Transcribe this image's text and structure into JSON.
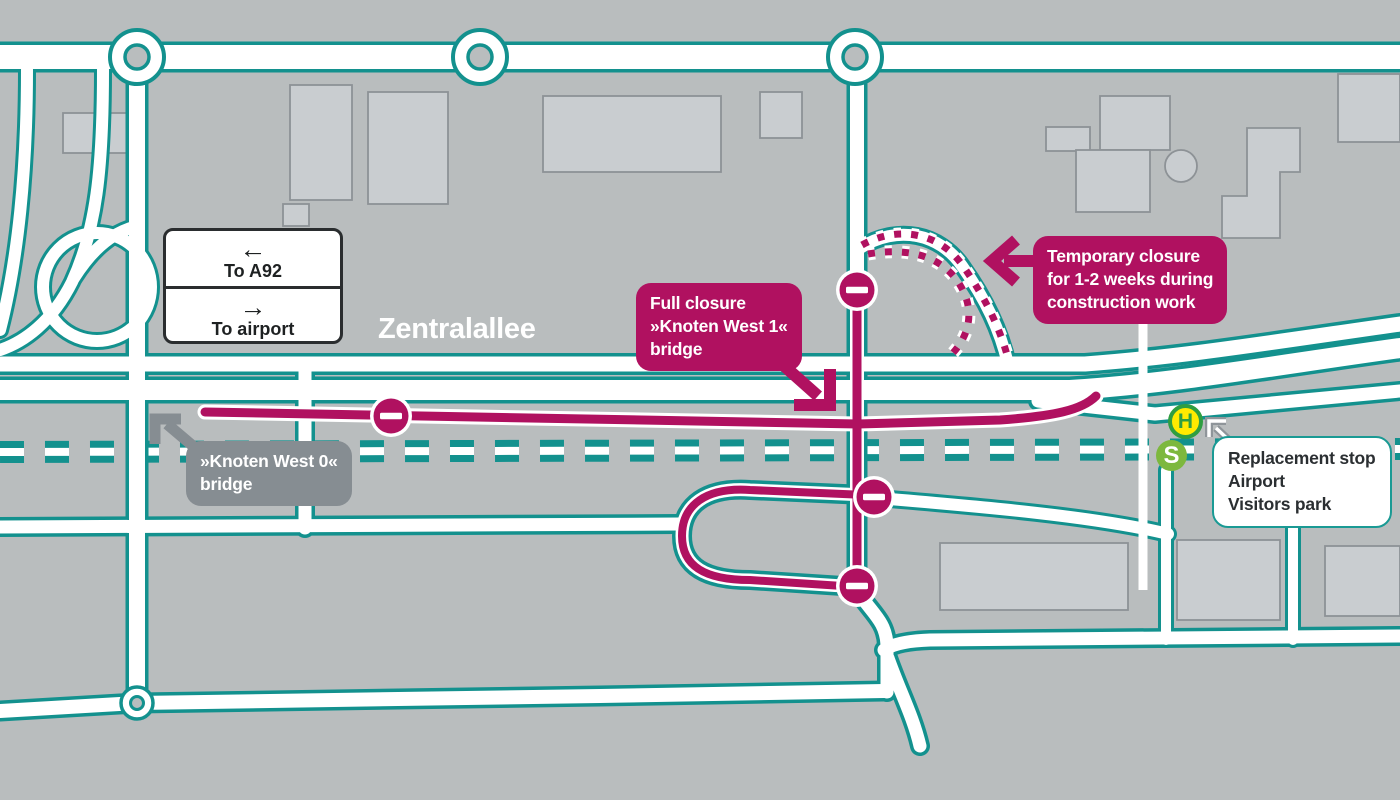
{
  "street_name": "Zentralallee",
  "direction_sign": {
    "arrow_left": "←",
    "to_a92": "To A92",
    "arrow_right": "→",
    "to_airport": "To airport"
  },
  "annotations": {
    "full_closure": {
      "line1": "Full closure",
      "line2": "»Knoten West 1«",
      "line3": "bridge"
    },
    "temporary_closure": {
      "line1": "Temporary closure",
      "line2": "for 1-2 weeks during",
      "line3": "construction work"
    },
    "knoten_west_0": {
      "line1": "»Knoten West 0«",
      "line2": "bridge"
    },
    "replacement_stop": {
      "line1": "Replacement stop",
      "line2": "Airport",
      "line3": "Visitors park"
    }
  },
  "transit_icons": {
    "s_bahn": "S",
    "bus_stop": "H"
  },
  "colors": {
    "background": "#b9bdbe",
    "road_casing_teal": "#13918e",
    "road_fill": "#ffffff",
    "closure_magenta": "#b01160",
    "building_fill": "#c9cdd0",
    "gray_label": "#868d92",
    "h_sign_yellow": "#ffea00",
    "h_sign_green": "#2f9e41",
    "s_bahn_green": "#7db83e"
  }
}
